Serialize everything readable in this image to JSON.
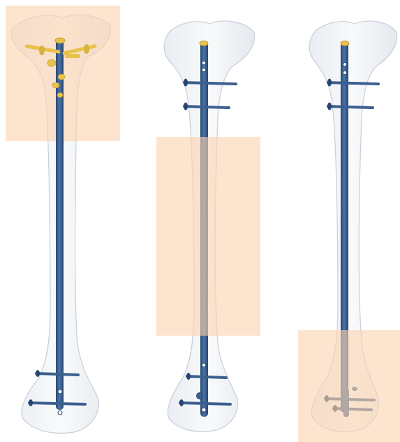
{
  "figure": {
    "panels": [
      {
        "id": "left",
        "highlight_zone": "proximal",
        "screw_color": "gold"
      },
      {
        "id": "middle",
        "highlight_zone": "diaphyseal",
        "screw_color": "blue"
      },
      {
        "id": "right",
        "highlight_zone": "distal",
        "screw_color": "blue"
      }
    ],
    "colors": {
      "background": "#ffffff",
      "highlight": "#fbd3b0",
      "nail": "#3b5f8f",
      "nail_dark": "#27466f",
      "bone_fill": "#eef1f4",
      "bone_edge": "#c9cfd6",
      "screw_gold": "#e8c24a"
    }
  }
}
